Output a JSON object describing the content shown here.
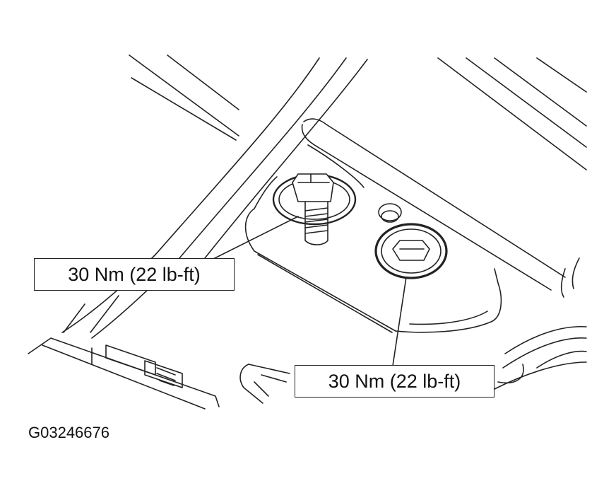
{
  "callouts": [
    {
      "text": "30 Nm (22 lb-ft)"
    },
    {
      "text": "30 Nm (22 lb-ft)"
    }
  ],
  "figure_id": "G03246676",
  "colors": {
    "line": "#222222",
    "background": "#ffffff"
  }
}
